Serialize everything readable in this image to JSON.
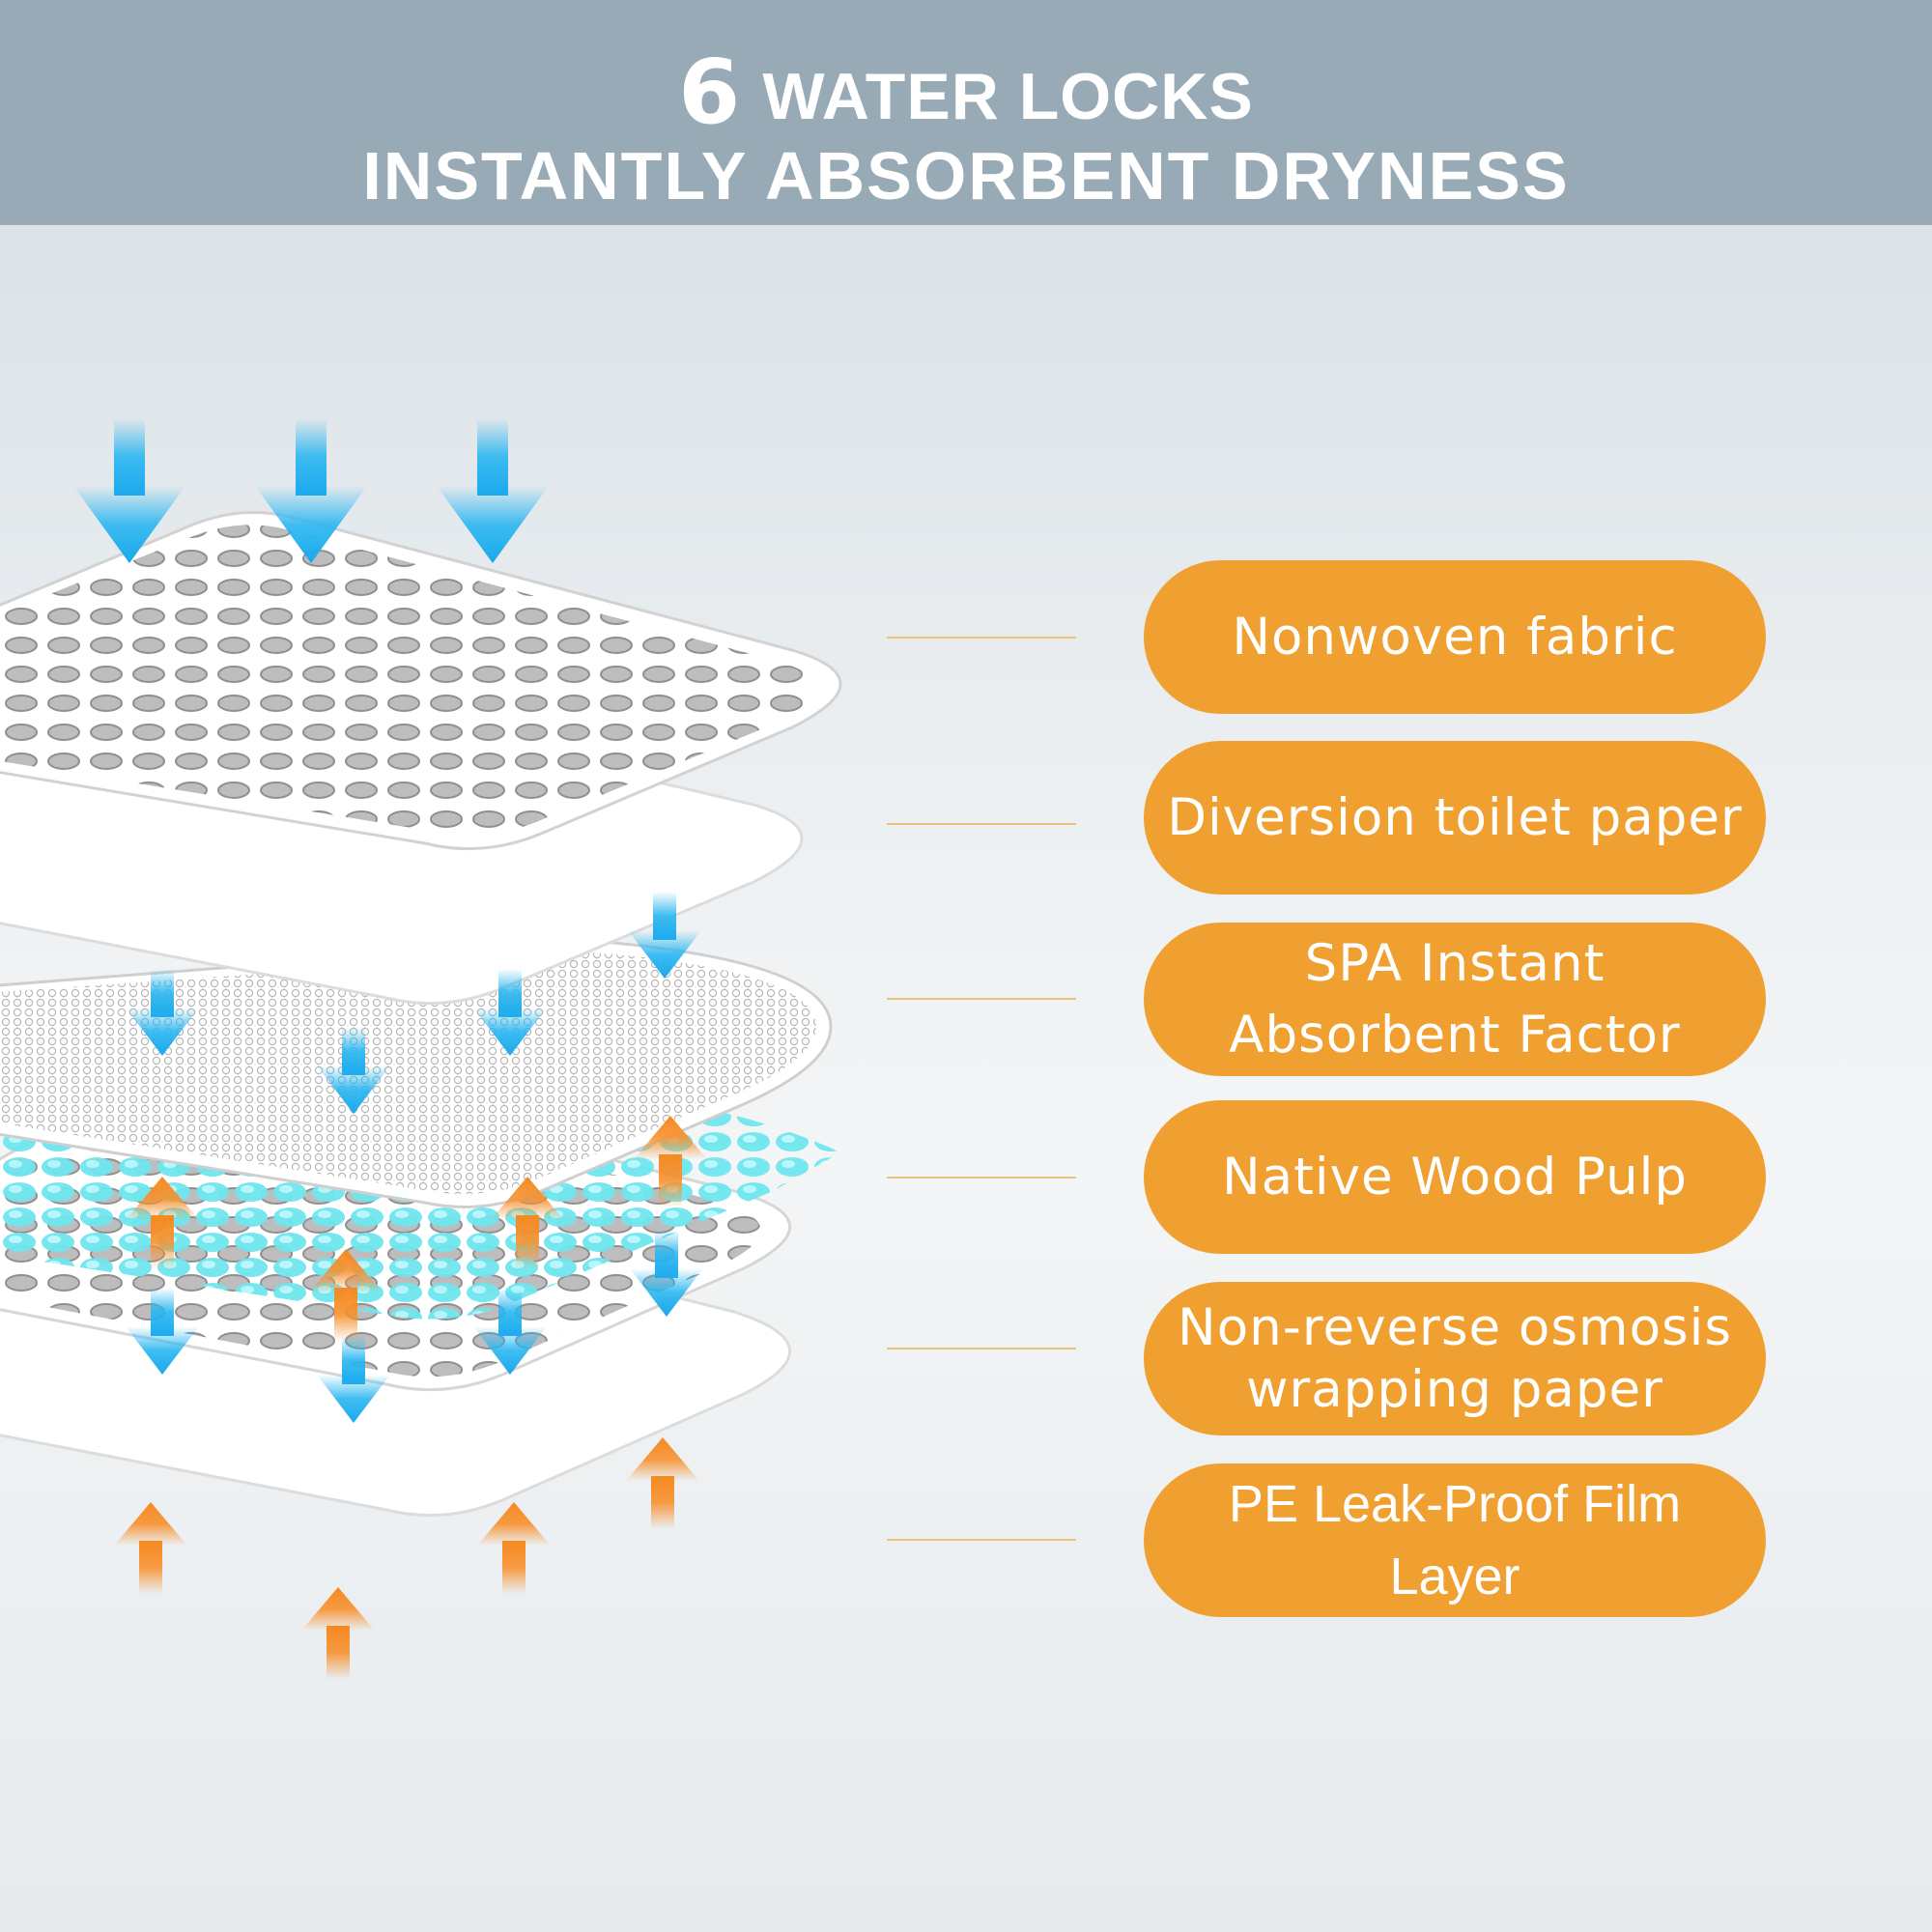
{
  "header": {
    "number": "6",
    "title": "WATER LOCKS",
    "subtitle": "INSTANTLY ABSORBENT DRYNESS"
  },
  "layers": [
    {
      "label": "Nonwoven fabric"
    },
    {
      "label": "Diversion toilet paper"
    },
    {
      "label": "SPA Instant\nAbsorbent Factor"
    },
    {
      "label": "Native Wood Pulp"
    },
    {
      "label": "Non-reverse osmosis\nwrapping paper"
    },
    {
      "label": "PE Leak-Proof Film Layer"
    }
  ],
  "colors": {
    "header_bg": "#97aab6",
    "pill": "#f0a030",
    "arrow_down": "#29b6f0",
    "arrow_up": "#f7902e",
    "beads": "#5fe0e8"
  }
}
